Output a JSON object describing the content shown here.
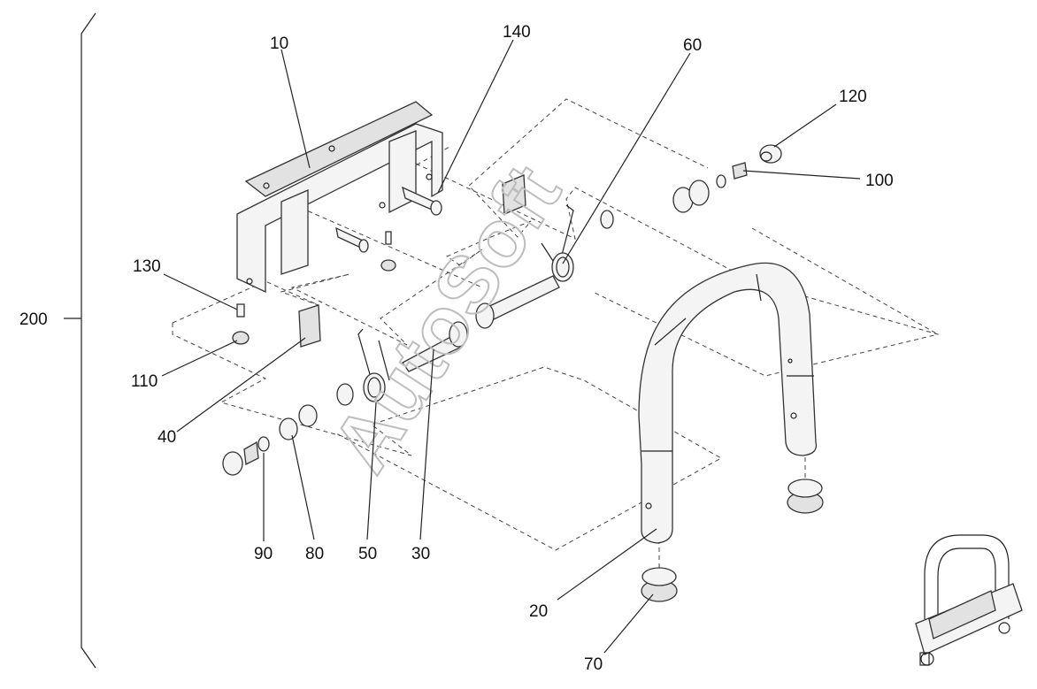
{
  "watermark": "AutoSoft",
  "labels": {
    "l10": "10",
    "l140": "140",
    "l60": "60",
    "l120": "120",
    "l100": "100",
    "l130": "130",
    "l200": "200",
    "l110": "110",
    "l40": "40",
    "l90": "90",
    "l80": "80",
    "l50": "50",
    "l30": "30",
    "l20": "20",
    "l70": "70"
  }
}
